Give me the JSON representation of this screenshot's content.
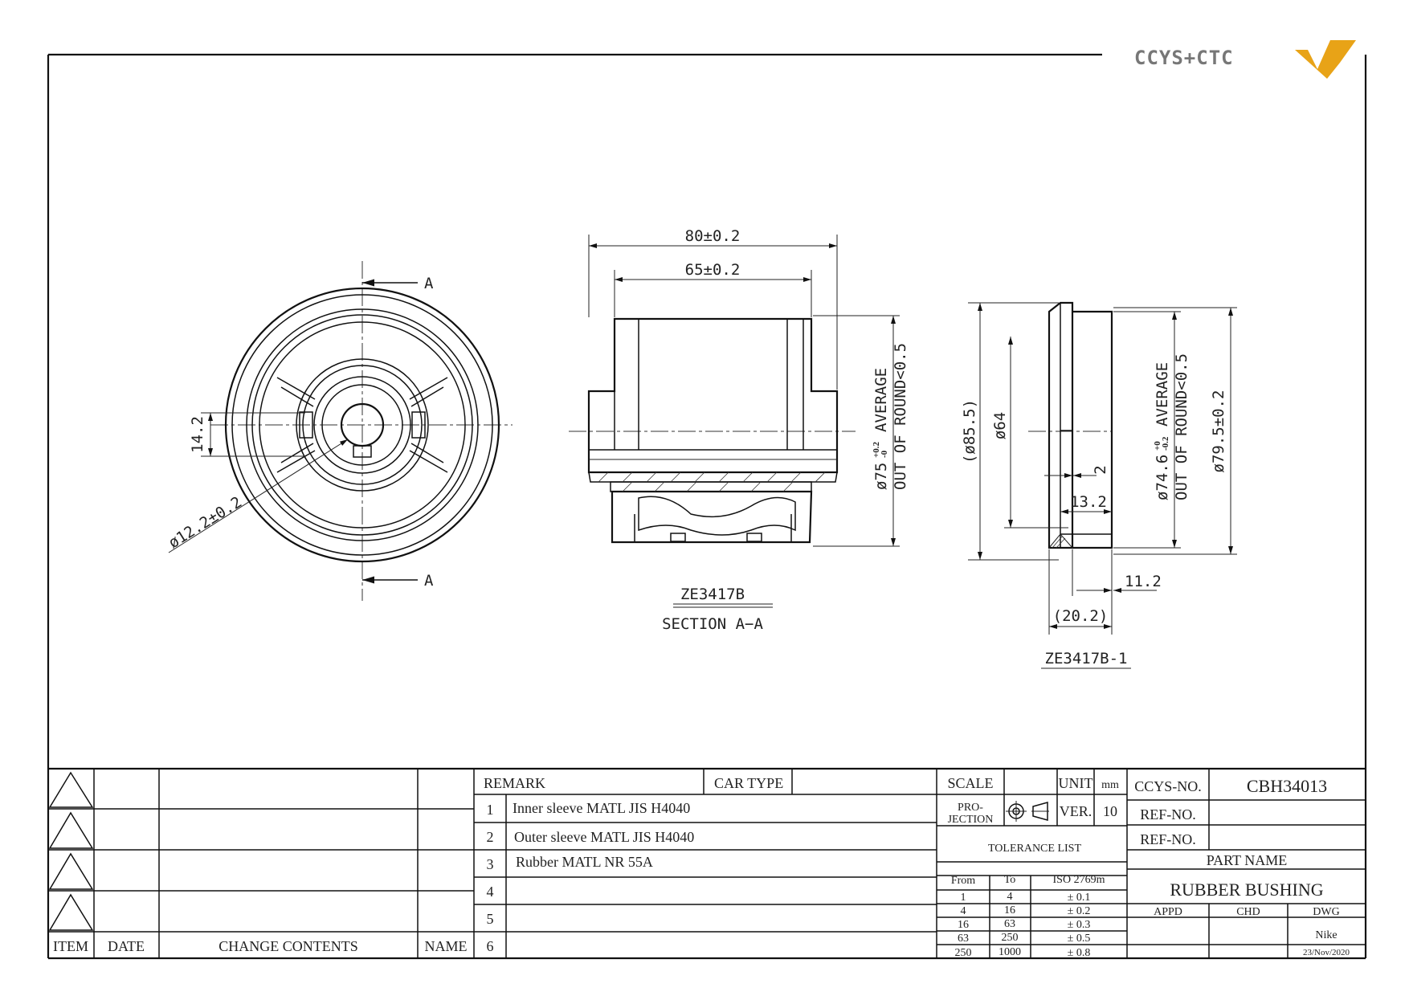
{
  "logo": {
    "text": "CCYS+CTC",
    "accent": "#e8a317",
    "text_color": "#777777"
  },
  "views": {
    "front": {
      "section_mark": "A",
      "dim_width": "14.2",
      "dim_dia": "ø12.2±0.2"
    },
    "section": {
      "dim_overall": "80±0.2",
      "dim_inner": "65±0.2",
      "dim_dia_line1": "ø75",
      "dim_dia_tol_upper": "+0.2",
      "dim_dia_tol_lower": "-0",
      "dim_dia_average": "AVERAGE",
      "dim_dia_line2": "OUT OF ROUND<0.5",
      "part_label": "ZE3417B",
      "section_label": "SECTION A−A"
    },
    "side": {
      "dim_85": "(ø85.5)",
      "dim_64": "ø64",
      "dim_2": "2",
      "dim_13": "13.2",
      "dim_746_line1": "ø74.6",
      "dim_746_tol_upper": "+0",
      "dim_746_tol_lower": "-0.2",
      "dim_746_average": "AVERAGE",
      "dim_746_line2": "OUT OF ROUND<0.5",
      "dim_795": "ø79.5±0.2",
      "dim_112": "11.2",
      "dim_202": "(20.2)",
      "part_label": "ZE3417B-1"
    }
  },
  "title_block": {
    "revision_headers": {
      "item": "ITEM",
      "date": "DATE",
      "change": "CHANGE CONTENTS",
      "name": "NAME"
    },
    "remark_label": "REMARK",
    "car_type_label": "CAR TYPE",
    "remarks": [
      {
        "no": "1",
        "text": "Inner sleeve MATL JIS H4040"
      },
      {
        "no": "2",
        "text": "Outer sleeve MATL JIS H4040"
      },
      {
        "no": "3",
        "text": "Rubber MATL NR 55A"
      },
      {
        "no": "4",
        "text": ""
      },
      {
        "no": "5",
        "text": ""
      },
      {
        "no": "6",
        "text": ""
      }
    ],
    "scale_label": "SCALE",
    "unit_label": "UNIT",
    "unit_value": "mm",
    "projection_label_1": "PRO-",
    "projection_label_2": "JECTION",
    "ver_label": "VER.",
    "ver_value": "10",
    "tolerance_title": "TOLERANCE LIST",
    "tolerance_headers": {
      "from": "From",
      "to": "To",
      "iso": "ISO 2769m"
    },
    "tolerances": [
      {
        "from": "1",
        "to": "4",
        "tol": "± 0.1"
      },
      {
        "from": "4",
        "to": "16",
        "tol": "± 0.2"
      },
      {
        "from": "16",
        "to": "63",
        "tol": "± 0.3"
      },
      {
        "from": "63",
        "to": "250",
        "tol": "± 0.5"
      },
      {
        "from": "250",
        "to": "1000",
        "tol": "± 0.8"
      }
    ],
    "ccys_no_label": "CCYS-NO.",
    "ccys_no_value": "CBH34013",
    "ref_no_label_1": "REF-NO.",
    "ref_no_label_2": "REF-NO.",
    "part_name_label": "PART NAME",
    "part_name_value": "RUBBER BUSHING",
    "appd_label": "APPD",
    "chd_label": "CHD",
    "dwg_label": "DWG",
    "dwg_name": "Nike",
    "dwg_date": "23/Nov/2020"
  }
}
